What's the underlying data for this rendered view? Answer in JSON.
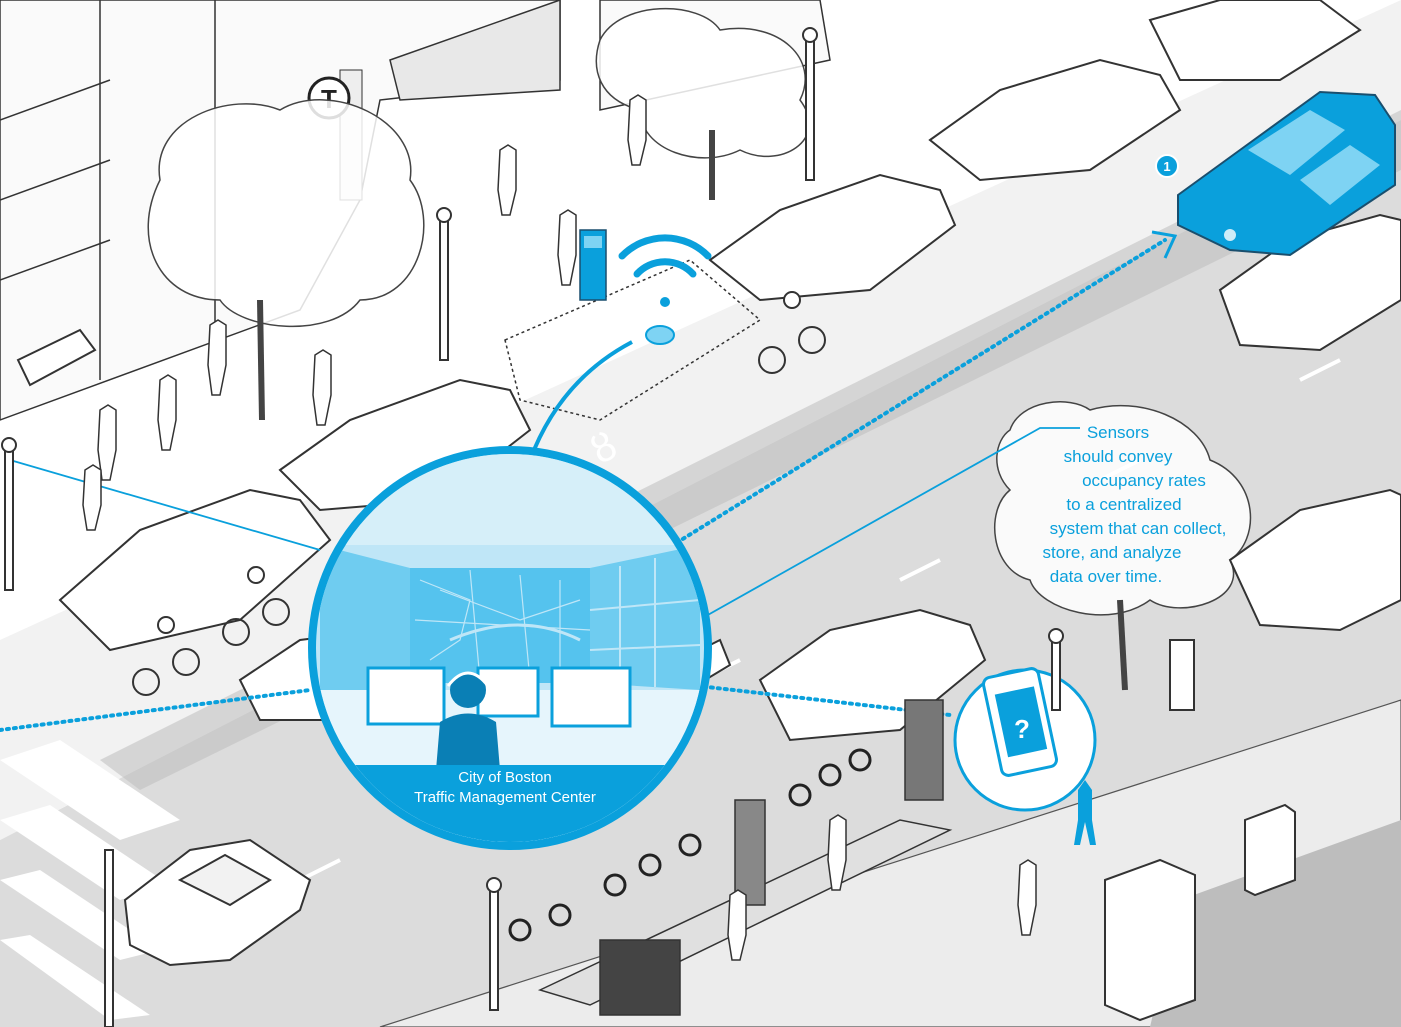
{
  "colors": {
    "accent_blue": "#0aa0dc",
    "light_blue": "#bfe6f7",
    "mid_blue": "#55c3ee",
    "road_gray": "#d9d9d9",
    "sidewalk_gray": "#eeeeee",
    "line_gray": "#333333"
  },
  "callout": {
    "lines": [
      "Sensors",
      "should convey",
      "occupancy rates",
      "to a centralized",
      "system that can collect,",
      "store, and analyze",
      "data over time."
    ]
  },
  "center": {
    "label_line1": "City of Boston",
    "label_line2": "Traffic Management Center"
  },
  "marker": {
    "number": "1"
  },
  "phone": {
    "symbol": "?"
  },
  "transit_sign": {
    "letter": "T"
  },
  "bike_lane": {
    "symbol": "ȣ"
  },
  "icons": [
    "transit-t-sign-icon",
    "wifi-signal-icon",
    "sensor-puck-icon",
    "parking-kiosk-icon",
    "smartphone-icon",
    "bike-share-dock-icon",
    "operator-headset-icon"
  ]
}
